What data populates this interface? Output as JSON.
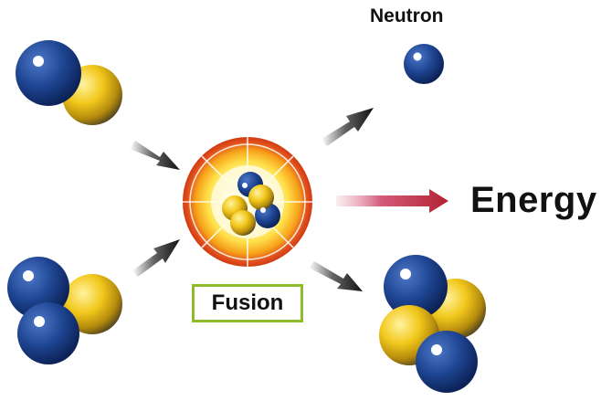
{
  "labels": {
    "neutron": "Neutron",
    "energy": "Energy",
    "fusion": "Fusion"
  },
  "colors": {
    "neutron_blue": "#1e4592",
    "proton_yellow": "#f2c81c",
    "fusion_box_border": "#8dbb2a",
    "explosion_outer": "#e2521e",
    "explosion_inner": "#fff3b0",
    "energy_arrow": "#b32232",
    "arrow_dark": "#111111"
  },
  "icons": {
    "deuterium": "deuterium-nucleus-icon",
    "tritium": "tritium-nucleus-icon",
    "helium": "helium-nucleus-icon",
    "neutron": "neutron-icon",
    "fusion_burst": "fusion-burst-icon",
    "arrow": "arrow-icon"
  }
}
